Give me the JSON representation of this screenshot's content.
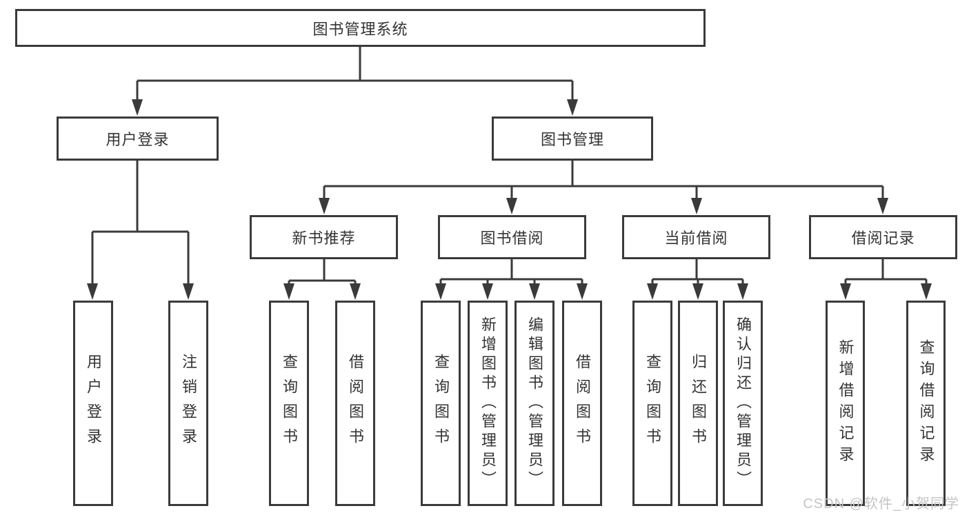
{
  "diagram": {
    "root": "图书管理系统",
    "level2": {
      "user_login": "用户登录",
      "book_mgmt": "图书管理"
    },
    "level3": {
      "new_books": "新书推荐",
      "borrow": "图书借阅",
      "current": "当前借阅",
      "records": "借阅记录"
    },
    "leaves": {
      "login": [
        "用户登录",
        "注销登录"
      ],
      "new_books": [
        "查询图书",
        "借阅图书"
      ],
      "borrow": [
        "查询图书",
        "新增图书（管理员）",
        "编辑图书（管理员）",
        "借阅图书"
      ],
      "current": [
        "查询图书",
        "归还图书",
        "确认归还（管理员）"
      ],
      "records": [
        "新增借阅记录",
        "查询借阅记录"
      ]
    }
  },
  "watermark": "CSDN @软件_小贺同学",
  "colors": {
    "line": "#3a3a3a",
    "text": "#333333",
    "background": "#ffffff",
    "watermark": "#c4c4c4"
  }
}
